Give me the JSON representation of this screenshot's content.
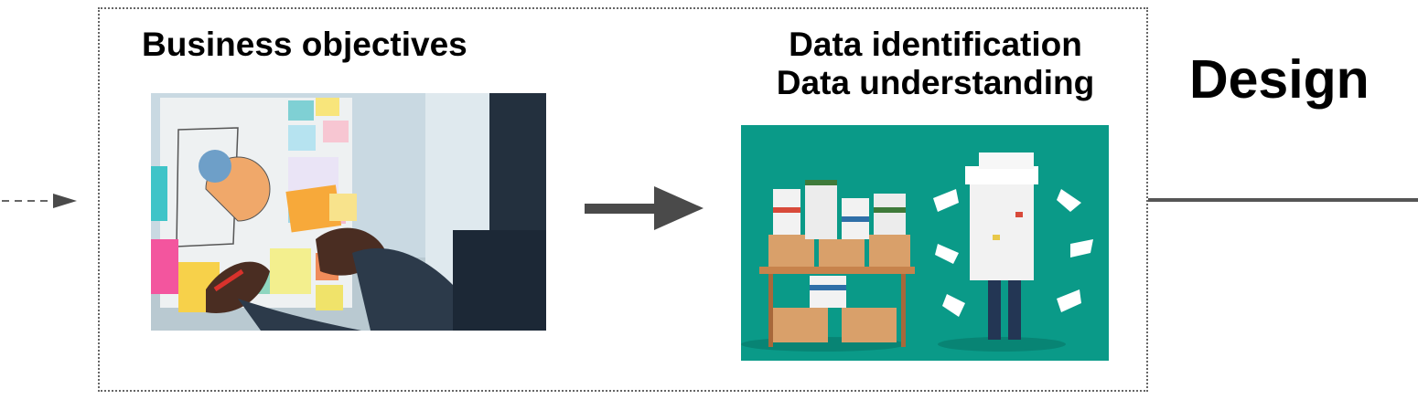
{
  "diagram": {
    "stage_1": {
      "title": "Business objectives",
      "image": "sticky-notes-planning-photo"
    },
    "stage_2": {
      "title_line_1": "Data identification",
      "title_line_2": "Data understanding",
      "image": "stacks-of-files-illustration"
    },
    "stage_3": {
      "title": "Design"
    },
    "colors": {
      "frame": "#666666",
      "arrow": "#4a4a4a",
      "illustration_bg": "#0a9a88",
      "line": "#555555"
    },
    "connectors": [
      {
        "from": "previous",
        "to": "stage_1",
        "style": "dashed-arrow"
      },
      {
        "from": "stage_1",
        "to": "stage_2",
        "style": "solid-arrow"
      },
      {
        "from": "stage_2",
        "to": "next",
        "style": "solid-line"
      }
    ]
  }
}
